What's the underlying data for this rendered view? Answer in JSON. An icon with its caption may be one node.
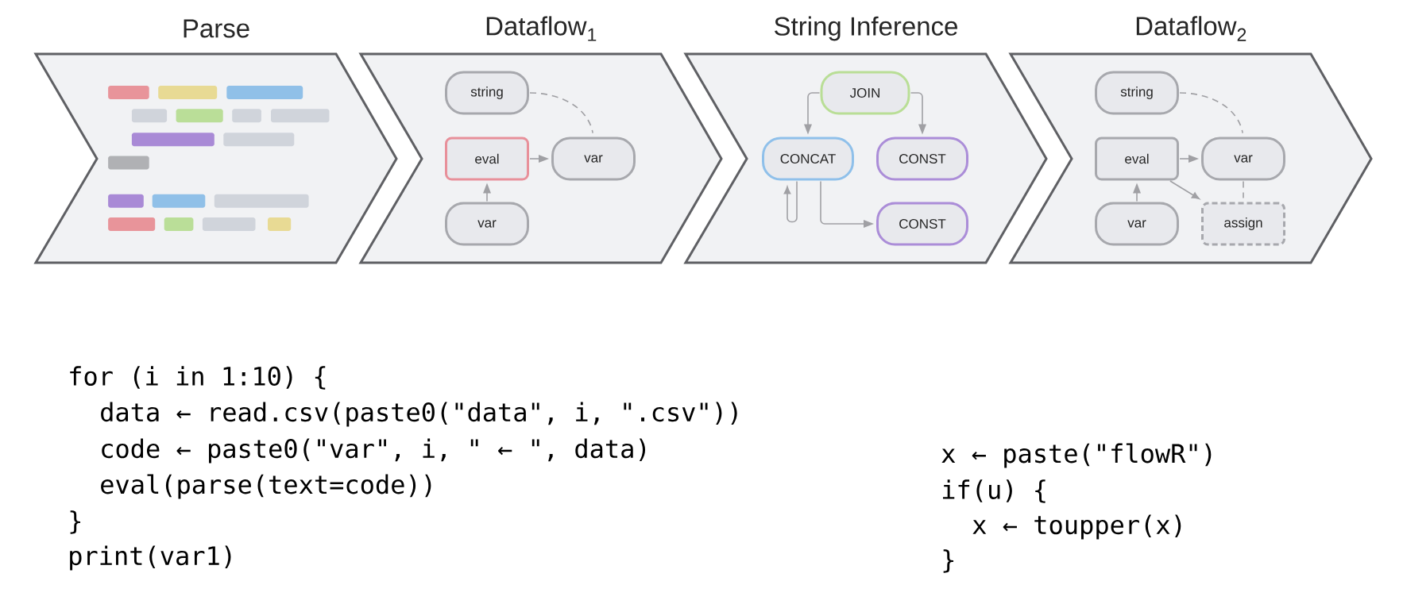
{
  "diagram": {
    "nodes": [
      {
        "text": [
          "Parse"
        ]
      },
      {
        "text": [
          "Dataflow$_{1}$"
        ]
      },
      {
        "text": [
          "String Inference"
        ]
      },
      {
        "text": [
          "Dataflow$_{2}$"
        ]
      },
      {
        "text": [
          "string"
        ],
        "in": 1
      },
      {
        "text": [
          "eval"
        ],
        "in": 1
      },
      {
        "text": [
          "var"
        ],
        "in": 1
      },
      {
        "text": [
          "var"
        ],
        "in": 1
      },
      {
        "text": [
          "JOIN"
        ],
        "in": 2
      },
      {
        "text": [
          "CONCAT"
        ],
        "in": 2
      },
      {
        "text": [
          "CONST"
        ],
        "in": 2
      },
      {
        "text": [
          "CONST"
        ],
        "in": 2
      },
      {
        "text": [
          "string"
        ],
        "in": 3
      },
      {
        "text": [
          "eval"
        ],
        "in": 3
      },
      {
        "text": [
          "var"
        ],
        "in": 3
      },
      {
        "text": [
          "var"
        ],
        "in": 3
      },
      {
        "text": [
          "assign"
        ],
        "in": 3
      }
    ],
    "edges": [
      {
        "from": 4,
        "to": 6,
        "arrow": "none",
        "style": "dashed"
      },
      {
        "from": 5,
        "to": 6,
        "arrow": "to"
      },
      {
        "from": 7,
        "to": 5,
        "arrow": "to"
      },
      {
        "from": 8,
        "to": 9,
        "arrow": "to"
      },
      {
        "from": 8,
        "to": 10,
        "arrow": "to"
      },
      {
        "from": 9,
        "to": 9,
        "arrow": "to"
      },
      {
        "from": 9,
        "to": 11,
        "arrow": "to"
      },
      {
        "from": 12,
        "to": 14,
        "arrow": "none",
        "style": "dashed"
      },
      {
        "from": 13,
        "to": 14,
        "arrow": "to"
      },
      {
        "from": 15,
        "to": 13,
        "arrow": "to"
      },
      {
        "from": 13,
        "to": 16,
        "arrow": "to"
      },
      {
        "from": 14,
        "to": 16,
        "arrow": "none",
        "style": "dashed"
      }
    ],
    "labels": [
      "for (i in 1:10) {",
      "data ← read.csv(paste0(\"data\", i, \".csv\"))",
      "code ← paste0(\"var\", i, \" ← \", data)",
      "eval(parse(text=code))",
      "}",
      "print(var1)",
      "x ← paste(\"flowR\")",
      "if(u) {",
      "x ← toupper(x)",
      "}"
    ]
  }
}
